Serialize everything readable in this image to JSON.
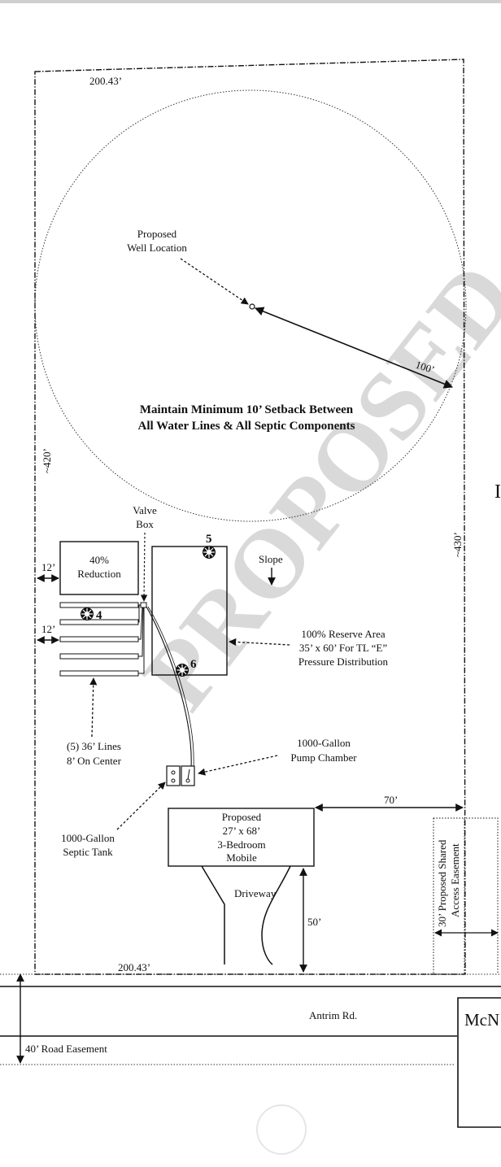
{
  "dimensions": {
    "top_width": "200.43’",
    "bottom_width": "200.43’",
    "left_depth": "~420’",
    "right_depth": "~430’",
    "well_radius": "100’",
    "left_setback_1": "12’",
    "left_setback_2": "12’",
    "house_to_easement": "70’",
    "house_to_road": "50’"
  },
  "well": {
    "label_line1": "Proposed",
    "label_line2": "Well Location"
  },
  "setback_note": {
    "line1": "Maintain Minimum 10’ Setback Between",
    "line2": "All Water Lines & All Septic Components"
  },
  "valve_box": {
    "line1": "Valve",
    "line2": "Box"
  },
  "reduction": {
    "line1": "40%",
    "line2": "Reduction"
  },
  "slope_label": "Slope",
  "reserve_area": {
    "line1": "100% Reserve Area",
    "line2": "35’ x 60’ For TL “E”",
    "line3": "Pressure Distribution"
  },
  "markers": [
    "4",
    "5",
    "6"
  ],
  "lines_note": {
    "line1": "(5) 36’ Lines",
    "line2": "8’ On Center"
  },
  "pump_chamber": {
    "line1": "1000-Gallon",
    "line2": "Pump Chamber"
  },
  "septic_tank": {
    "line1": "1000-Gallon",
    "line2": "Septic Tank"
  },
  "house": {
    "line1": "Proposed",
    "line2": "27’ x 68’",
    "line3": "3-Bedroom",
    "line4": "Mobile"
  },
  "driveway_label": "Driveway",
  "easement": {
    "line1": "30’ Proposed Shared",
    "line2": "Access Easement"
  },
  "road_name": "Antrim Rd.",
  "road_easement": "40’ Road Easement",
  "neighbor_label": "McN",
  "watermark": "PROPOSED",
  "edge_letter": "I"
}
